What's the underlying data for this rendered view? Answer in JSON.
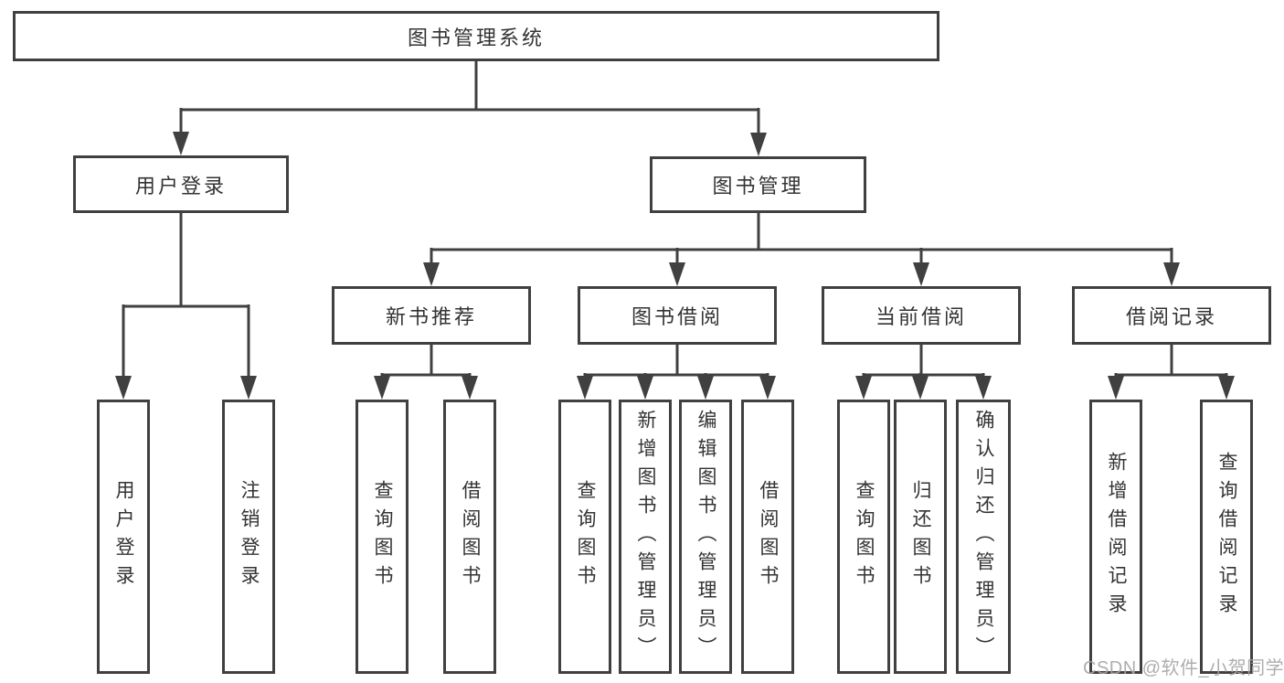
{
  "diagram_title": "图书管理系统",
  "tree": {
    "label": "图书管理系统",
    "children": [
      {
        "label": "用户登录",
        "children": [
          {
            "label": "用户登录"
          },
          {
            "label": "注销登录"
          }
        ]
      },
      {
        "label": "图书管理",
        "children": [
          {
            "label": "新书推荐",
            "children": [
              {
                "label": "查询图书"
              },
              {
                "label": "借阅图书"
              }
            ]
          },
          {
            "label": "图书借阅",
            "children": [
              {
                "label": "查询图书"
              },
              {
                "label": "新增图书（管理员）"
              },
              {
                "label": "编辑图书（管理员）"
              },
              {
                "label": "借阅图书"
              }
            ]
          },
          {
            "label": "当前借阅",
            "children": [
              {
                "label": "查询图书"
              },
              {
                "label": "归还图书"
              },
              {
                "label": "确认归还（管理员）"
              }
            ]
          },
          {
            "label": "借阅记录",
            "children": [
              {
                "label": "新增借阅记录"
              },
              {
                "label": "查询借阅记录"
              }
            ]
          }
        ]
      }
    ]
  },
  "watermark": {
    "text": "CSDN @软件_小贺同学"
  },
  "colors": {
    "line": "#404040",
    "text": "#333333",
    "watermark": "#a5a5a5",
    "background": "#ffffff"
  }
}
